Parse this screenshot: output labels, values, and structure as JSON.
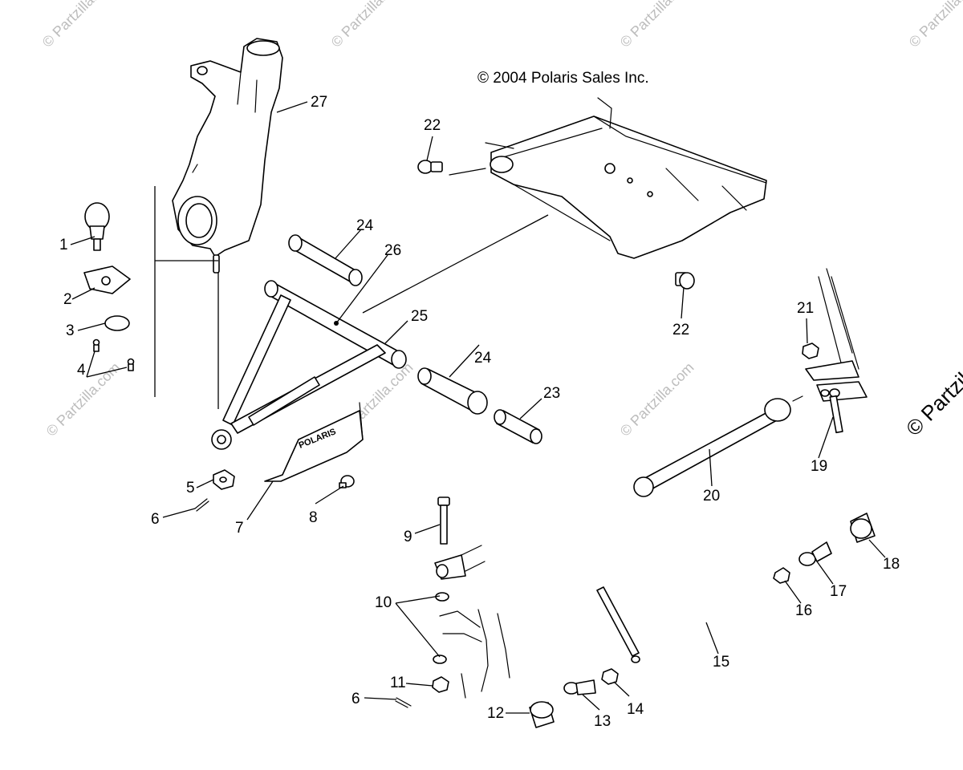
{
  "copyright": "© 2004 Polaris Sales Inc.",
  "watermark": "© Partzilla.com",
  "watermark_edge": "© Partzil",
  "skid_plate_text": "POLARIS",
  "callouts": {
    "c1": "1",
    "c2": "2",
    "c3": "3",
    "c4": "4",
    "c5": "5",
    "c6a": "6",
    "c6b": "6",
    "c7": "7",
    "c8": "8",
    "c9": "9",
    "c10": "10",
    "c11": "11",
    "c12": "12",
    "c13": "13",
    "c14": "14",
    "c15": "15",
    "c16": "16",
    "c17": "17",
    "c18": "18",
    "c19": "19",
    "c20": "20",
    "c21": "21",
    "c22a": "22",
    "c22b": "22",
    "c23": "23",
    "c24a": "24",
    "c24b": "24",
    "c25": "25",
    "c26": "26",
    "c27": "27"
  },
  "colors": {
    "line": "#000000",
    "watermark": "#bdbdbd",
    "background": "#ffffff"
  }
}
